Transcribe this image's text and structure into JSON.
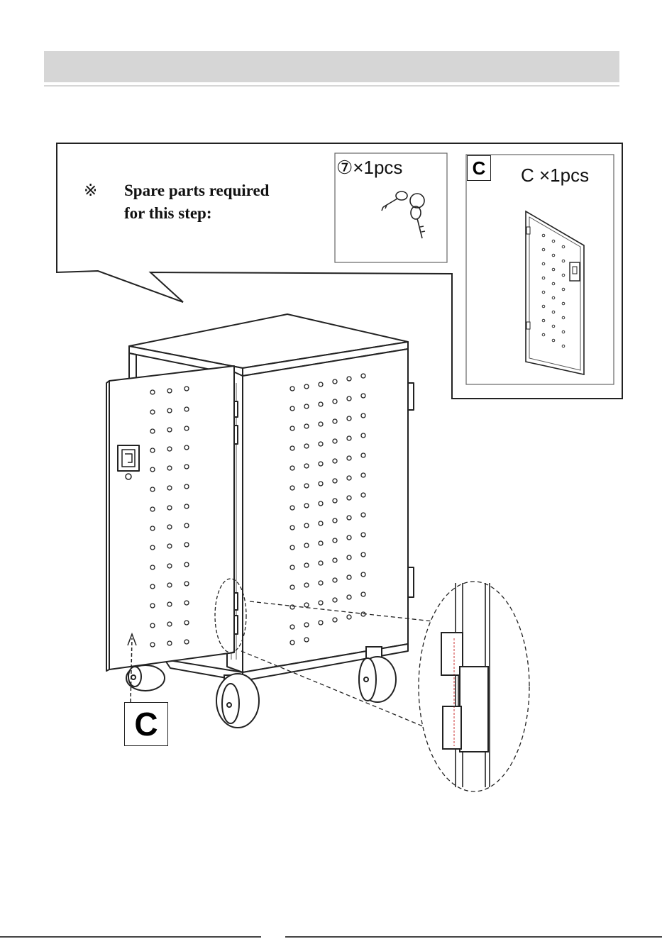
{
  "callout": {
    "bullet": "※",
    "line1": "Spare parts required",
    "line2": "for this step:"
  },
  "parts": [
    {
      "id": "key",
      "label": "⑦×1pcs",
      "icon": "key-icon"
    },
    {
      "id": "door",
      "badge": "C",
      "label": "C ×1pcs",
      "icon": "door-panel-icon"
    }
  ],
  "main_part_badge": "C"
}
